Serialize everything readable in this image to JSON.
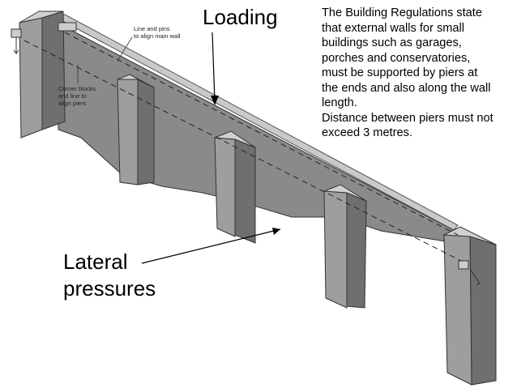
{
  "diagram": {
    "callouts": {
      "loading": "Loading",
      "lateral_line1": "Lateral",
      "lateral_line2": "pressures"
    },
    "figure_labels": {
      "line_pins_1": "Line and pins",
      "line_pins_2": "to align main wall",
      "corner_1": "Corner blocks",
      "corner_2": "and line to",
      "corner_3": "align piers"
    },
    "note_lines": [
      "The Building Regulations state",
      "that external walls for small",
      "buildings such as garages,",
      "porches and conservatories,",
      "must be supported by piers at",
      "the ends and also along the wall",
      "length.",
      "Distance between piers must not",
      "exceed 3 metres."
    ],
    "colors": {
      "wall_face": "#8a8a8a",
      "wall_top": "#c9c9c9",
      "pier_front": "#9e9e9e",
      "pier_side": "#6f6f6f",
      "outline": "#333333"
    }
  }
}
